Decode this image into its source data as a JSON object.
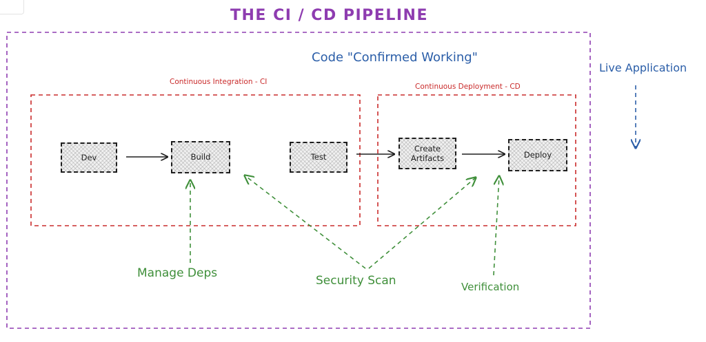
{
  "title": "THE CI / CD PIPELINE",
  "code_label": "Code \"Confirmed Working\"",
  "live_label": "Live Application",
  "ci_label": "Continuous Integration - CI",
  "cd_label": "Continuous Deployment - CD",
  "steps": {
    "dev": "Dev",
    "build": "Build",
    "test": "Test",
    "create_artifacts": "Create\nArtifacts",
    "deploy": "Deploy"
  },
  "annotations": {
    "manage_deps": "Manage Deps",
    "security_scan": "Security Scan",
    "verification": "Verification"
  },
  "colors": {
    "purple": "#8e3cb0",
    "red": "#c92a2a",
    "blue": "#2b5ea8",
    "green": "#3f8f3a",
    "ink": "#1e1e1e"
  }
}
